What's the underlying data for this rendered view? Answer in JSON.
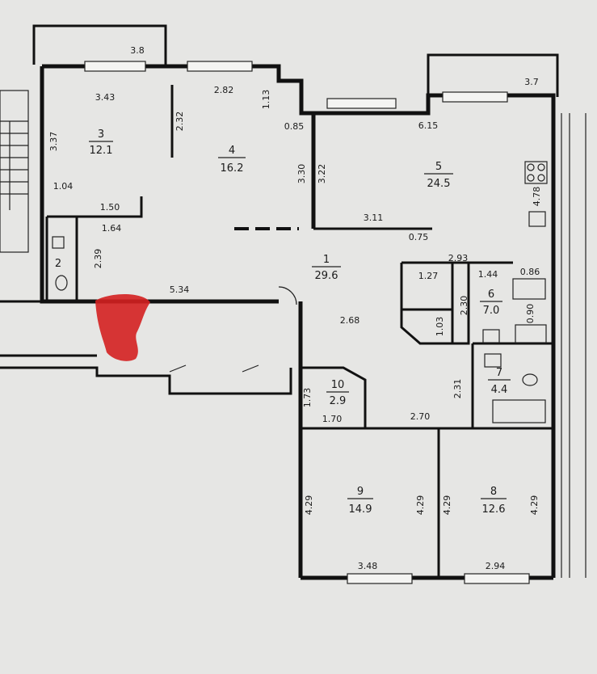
{
  "rooms": [
    {
      "id": "3",
      "area": "12.1"
    },
    {
      "id": "4",
      "area": "16.2"
    },
    {
      "id": "5",
      "area": "24.5"
    },
    {
      "id": "1",
      "area": "29.6"
    },
    {
      "id": "2",
      "area": ""
    },
    {
      "id": "6",
      "area": "7.0"
    },
    {
      "id": "7",
      "area": "4.4"
    },
    {
      "id": "10",
      "area": "2.9"
    },
    {
      "id": "9",
      "area": "14.9"
    },
    {
      "id": "8",
      "area": "12.6"
    }
  ],
  "dimensions": [
    "3.8",
    "3.43",
    "2.82",
    "1.13",
    "2.32",
    "3.37",
    "1.04",
    "1.50",
    "1.64",
    "2.39",
    "5.34",
    "0.85",
    "3.30",
    "3.22",
    "3.7",
    "6.15",
    "4.78",
    "3.11",
    "0.75",
    "2.93",
    "1.27",
    "1.44",
    "0.86",
    "2.30",
    "1.03",
    "0.90",
    "2.68",
    "2.31",
    "1.73",
    "1.70",
    "2.70",
    "4.29",
    "4.29",
    "4.29",
    "4.29",
    "3.48",
    "2.94"
  ],
  "marker_color": "#d42020",
  "wall_color": "#111111",
  "paper_color": "#e6e6e4"
}
